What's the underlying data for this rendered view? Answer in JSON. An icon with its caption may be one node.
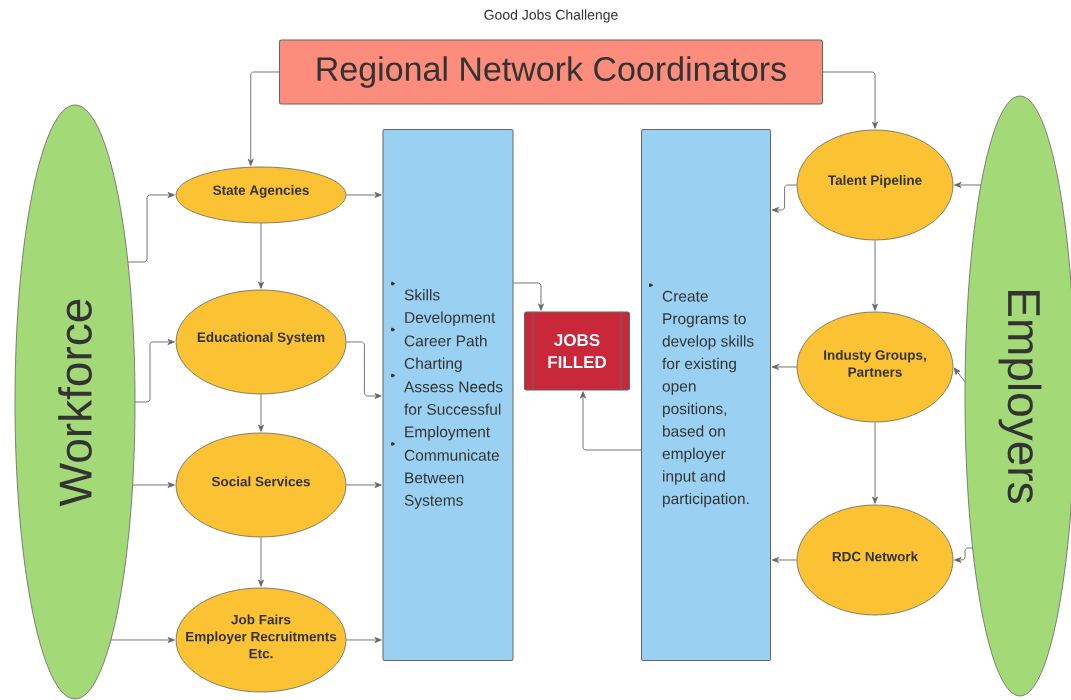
{
  "diagram": {
    "title": "Good Jobs Challenge",
    "nodes": [
      {
        "text": [
          "Regional Network Coordinators"
        ]
      },
      {
        "text": [
          "Workforce"
        ]
      },
      {
        "text": [
          "State Agencies"
        ]
      },
      {
        "text": [
          "Educational System"
        ]
      },
      {
        "text": [
          "Social Services"
        ]
      },
      {
        "text": [
          "Job Fairs",
          "Employer Recruitments",
          "Etc."
        ]
      },
      {
        "text": [
          "Skills Development",
          "Career Path Charting",
          "Assess Needs for Successful Employment",
          "Communicate Between Systems"
        ]
      },
      {
        "text": [
          "JOBS FILLED"
        ]
      },
      {
        "text": [
          "Create Programs to develop skills for existing open positions, based on employer input and participation."
        ]
      },
      {
        "text": [
          "Talent Pipeline"
        ]
      },
      {
        "text": [
          "Industy Groups, Partners"
        ]
      },
      {
        "text": [
          "RDC Network"
        ]
      },
      {
        "text": [
          "Employers"
        ]
      }
    ],
    "edges": [
      {
        "from": 0,
        "to": 2,
        "arrow": "to"
      },
      {
        "from": 0,
        "to": 9,
        "arrow": "to"
      },
      {
        "from": 1,
        "to": 2,
        "arrow": "to"
      },
      {
        "from": 1,
        "to": 3,
        "arrow": "to"
      },
      {
        "from": 1,
        "to": 4,
        "arrow": "to"
      },
      {
        "from": 1,
        "to": 5,
        "arrow": "to"
      },
      {
        "from": 2,
        "to": 6,
        "arrow": "to"
      },
      {
        "from": 3,
        "to": 6,
        "arrow": "to"
      },
      {
        "from": 4,
        "to": 6,
        "arrow": "to"
      },
      {
        "from": 5,
        "to": 6,
        "arrow": "to"
      },
      {
        "from": 2,
        "to": 3,
        "arrow": "to"
      },
      {
        "from": 3,
        "to": 4,
        "arrow": "to"
      },
      {
        "from": 4,
        "to": 5,
        "arrow": "to"
      },
      {
        "from": 6,
        "to": 7,
        "arrow": "to"
      },
      {
        "from": 8,
        "to": 7,
        "arrow": "to"
      },
      {
        "from": 9,
        "to": 8,
        "arrow": "to"
      },
      {
        "from": 10,
        "to": 8,
        "arrow": "to"
      },
      {
        "from": 11,
        "to": 8,
        "arrow": "to"
      },
      {
        "from": 12,
        "to": 9,
        "arrow": "to"
      },
      {
        "from": 12,
        "to": 10,
        "arrow": "to"
      },
      {
        "from": 12,
        "to": 11,
        "arrow": "to"
      },
      {
        "from": 9,
        "to": 10,
        "arrow": "to"
      },
      {
        "from": 10,
        "to": 11,
        "arrow": "to"
      }
    ]
  }
}
